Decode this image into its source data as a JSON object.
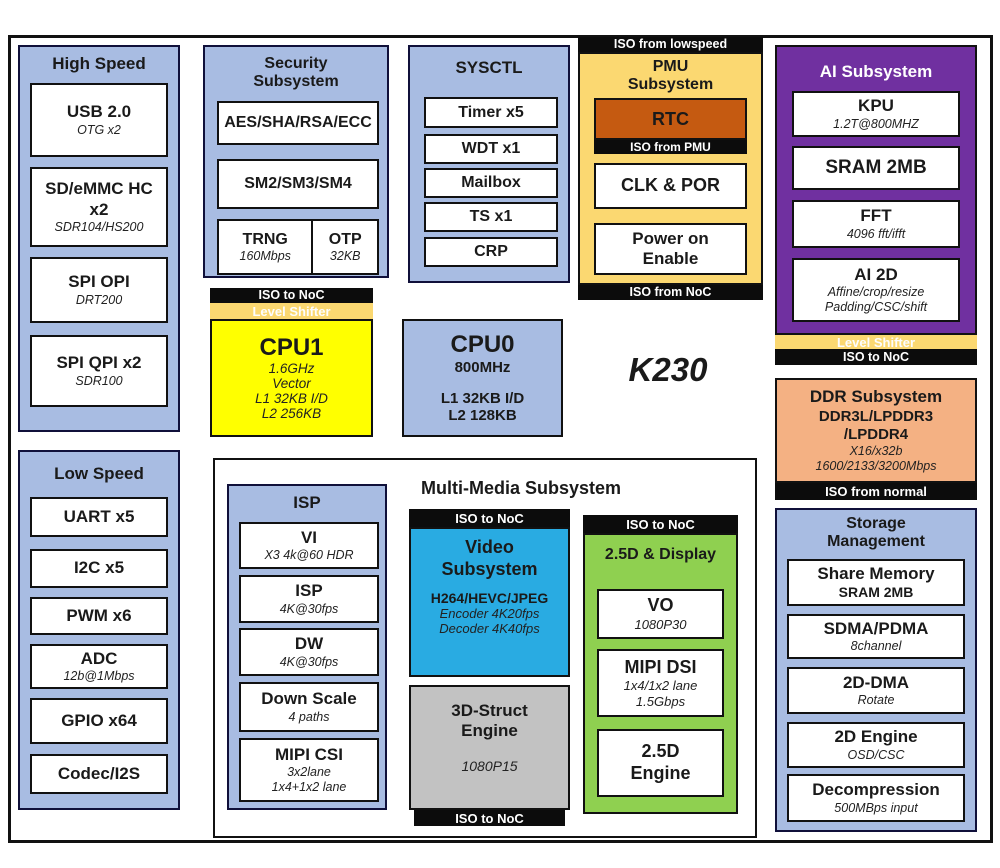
{
  "chip": {
    "name": "K230"
  },
  "colors": {
    "block_blue": "#a8bce2",
    "pmu_yellow": "#fbd871",
    "rtc_orange": "#c55a11",
    "ai_purple": "#7030a0",
    "ddr_salmon": "#f4b183",
    "video_cyan": "#29abe2",
    "display_green": "#8fd050",
    "struct_gray": "#c2c2c2",
    "cpu1_yellow": "#ffff00",
    "iso_black": "#0c0c0c",
    "level_shifter_yellow": "#fbd871"
  },
  "high_speed": {
    "title": "High Speed",
    "items": [
      {
        "label": "USB 2.0",
        "sub": "OTG x2"
      },
      {
        "label": "SD/eMMC HC x2",
        "sub": "SDR104/HS200"
      },
      {
        "label": "SPI OPI",
        "sub": "DRT200"
      },
      {
        "label": "SPI QPI x2",
        "sub": "SDR100"
      }
    ]
  },
  "security": {
    "title": "Security Subsystem",
    "items": [
      {
        "label": "AES/SHA/RSA/ECC"
      },
      {
        "label": "SM2/SM3/SM4"
      }
    ],
    "trng": {
      "label": "TRNG",
      "sub": "160Mbps"
    },
    "otp": {
      "label": "OTP",
      "sub": "32KB"
    }
  },
  "sysctl": {
    "title": "SYSCTL",
    "items": [
      {
        "label": "Timer x5"
      },
      {
        "label": "WDT x1"
      },
      {
        "label": "Mailbox"
      },
      {
        "label": "TS x1"
      },
      {
        "label": "CRP"
      }
    ]
  },
  "pmu": {
    "iso_top": "ISO from lowspeed",
    "title": "PMU Subsystem",
    "rtc": "RTC",
    "iso_mid": "ISO from PMU",
    "clk": "CLK & POR",
    "power": "Power on Enable",
    "iso_bottom": "ISO from NoC"
  },
  "ai": {
    "title": "AI Subsystem",
    "items": [
      {
        "label": "KPU",
        "sub": "1.2T@800MHZ"
      },
      {
        "label": "SRAM 2MB"
      },
      {
        "label": "FFT",
        "sub": "4096 fft/ifft"
      },
      {
        "label": "AI 2D",
        "sub": "Affine/crop/resize",
        "sub2": "Padding/CSC/shift"
      }
    ],
    "level_shifter": "Level Shifter",
    "iso_bottom": "ISO to NoC"
  },
  "cpu1": {
    "iso_top": "ISO to NoC",
    "level_shifter": "Level Shifter",
    "label": "CPU1",
    "specs": [
      "1.6GHz",
      "Vector",
      "L1 32KB I/D",
      "L2 256KB"
    ]
  },
  "cpu0": {
    "label": "CPU0",
    "clock": "800MHz",
    "l1": "L1 32KB I/D",
    "l2": "L2 128KB"
  },
  "ddr": {
    "title": "DDR Subsystem",
    "line2": "DDR3L/LPDDR3",
    "line3": "/LPDDR4",
    "spec1": "X16/x32b",
    "spec2": "1600/2133/3200Mbps",
    "iso_bottom": "ISO from normal"
  },
  "low_speed": {
    "title": "Low Speed",
    "items": [
      {
        "label": "UART x5"
      },
      {
        "label": "I2C x5"
      },
      {
        "label": "PWM x6"
      },
      {
        "label": "ADC",
        "sub": "12b@1Mbps"
      },
      {
        "label": "GPIO x64"
      },
      {
        "label": "Codec/I2S"
      }
    ]
  },
  "multimedia": {
    "title": "Multi-Media Subsystem",
    "isp": {
      "title": "ISP",
      "items": [
        {
          "label": "VI",
          "sub": "X3 4k@60 HDR"
        },
        {
          "label": "ISP",
          "sub": "4K@30fps"
        },
        {
          "label": "DW",
          "sub": "4K@30fps"
        },
        {
          "label": "Down Scale",
          "sub": "4 paths"
        },
        {
          "label": "MIPI CSI",
          "sub": "3x2lane",
          "sub2": "1x4+1x2 lane"
        }
      ]
    },
    "video": {
      "iso_top": "ISO to NoC",
      "title": "Video Subsystem",
      "codec": "H264/HEVC/JPEG",
      "enc": "Encoder 4K20fps",
      "dec": "Decoder 4K40fps"
    },
    "struct3d": {
      "title": "3D-Struct Engine",
      "sub": "1080P15",
      "iso_bottom": "ISO to NoC"
    },
    "display": {
      "iso_top": "ISO to NoC",
      "title": "2.5D & Display",
      "items": [
        {
          "label": "VO",
          "sub": "1080P30"
        },
        {
          "label": "MIPI DSI",
          "sub": "1x4/1x2 lane",
          "sub2": "1.5Gbps"
        },
        {
          "label": "2.5D Engine"
        }
      ]
    }
  },
  "storage": {
    "title": "Storage Management",
    "items": [
      {
        "label": "Share Memory",
        "sub": "SRAM 2MB"
      },
      {
        "label": "SDMA/PDMA",
        "sub": "8channel"
      },
      {
        "label": "2D-DMA",
        "sub": "Rotate"
      },
      {
        "label": "2D Engine",
        "sub": "OSD/CSC"
      },
      {
        "label": "Decompression",
        "sub": "500MBps input"
      }
    ]
  }
}
